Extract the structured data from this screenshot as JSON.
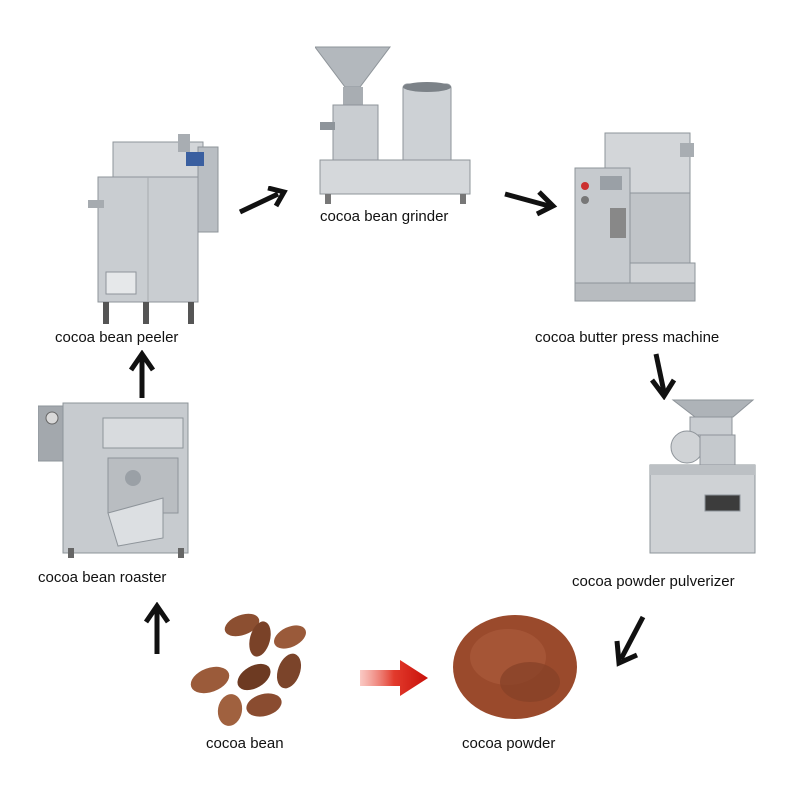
{
  "steps": {
    "peeler": {
      "label": "cocoa bean peeler",
      "icon": "peeler-machine-icon"
    },
    "grinder": {
      "label": "cocoa bean grinder",
      "icon": "grinder-machine-icon"
    },
    "press": {
      "label": "cocoa butter press machine",
      "icon": "press-machine-icon"
    },
    "pulverizer": {
      "label": "cocoa powder pulverizer",
      "icon": "pulverizer-machine-icon"
    },
    "powder": {
      "label": "cocoa powder",
      "icon": "powder-pile-icon"
    },
    "bean": {
      "label": "cocoa bean",
      "icon": "beans-icon"
    },
    "roaster": {
      "label": "cocoa bean roaster",
      "icon": "roaster-machine-icon"
    }
  },
  "colors": {
    "steel": "#c9cdd1",
    "steel_dark": "#8e949a",
    "arrow": "#111111",
    "arrow_red": "#e01810",
    "powder": "#9a4a2c",
    "bean": "#8c4f31"
  }
}
